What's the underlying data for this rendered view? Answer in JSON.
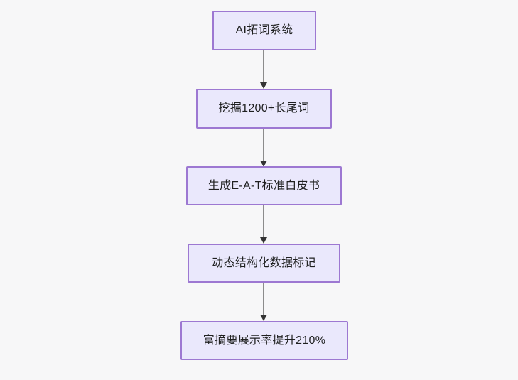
{
  "diagram": {
    "type": "flowchart",
    "direction": "top-to-bottom",
    "background_color": "#f7f7f8",
    "node_fill_color": "#eae8fc",
    "node_border_color": "#9d78d2",
    "node_text_color": "#1f2020",
    "edge_color": "#8c8c8c",
    "arrowhead_color": "#333333",
    "nodes": [
      {
        "id": "n1",
        "label": "AI拓词系统"
      },
      {
        "id": "n2",
        "label": "挖掘1200+长尾词"
      },
      {
        "id": "n3",
        "label": "生成E-A-T标准白皮书"
      },
      {
        "id": "n4",
        "label": "动态结构化数据标记"
      },
      {
        "id": "n5",
        "label": "富摘要展示率提升210%"
      }
    ],
    "edges": [
      {
        "from": "n1",
        "to": "n2"
      },
      {
        "from": "n2",
        "to": "n3"
      },
      {
        "from": "n3",
        "to": "n4"
      },
      {
        "from": "n4",
        "to": "n5"
      }
    ]
  }
}
